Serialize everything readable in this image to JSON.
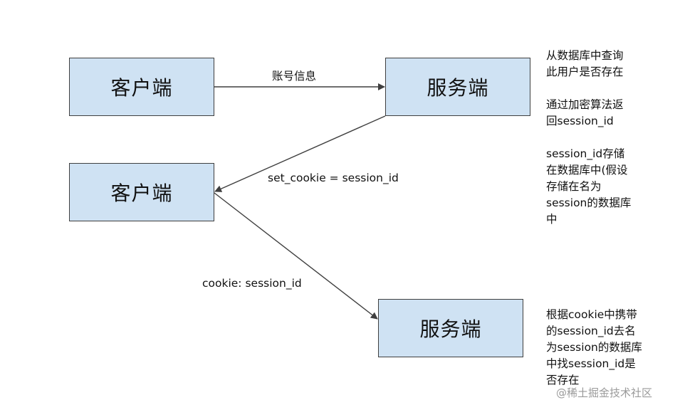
{
  "nodes": {
    "client_1": "客户端",
    "server_1": "服务端",
    "client_2": "客户端",
    "server_2": "服务端"
  },
  "edges": {
    "account_info": "账号信息",
    "set_cookie": "set_cookie = session_id",
    "cookie": "cookie: session_id"
  },
  "notes": {
    "server_1": {
      "block_1": [
        "从数据库中查询",
        "此用户是否存在"
      ],
      "block_2": [
        "通过加密算法返",
        "回session_id"
      ],
      "block_3": [
        "session_id存储",
        "在数据库中(假设",
        "存储在名为",
        "session的数据库",
        "中"
      ]
    },
    "server_2": [
      "根据cookie中携带",
      "的session_id去名",
      "为session的数据库",
      "中找session_id是",
      "否存在"
    ]
  },
  "watermark": "@稀土掘金技术社区",
  "colors": {
    "node_fill": "#cfe2f3",
    "node_border": "#3f3f3f",
    "arrow": "#3f3f3f",
    "watermark": "#9a9a9a"
  }
}
